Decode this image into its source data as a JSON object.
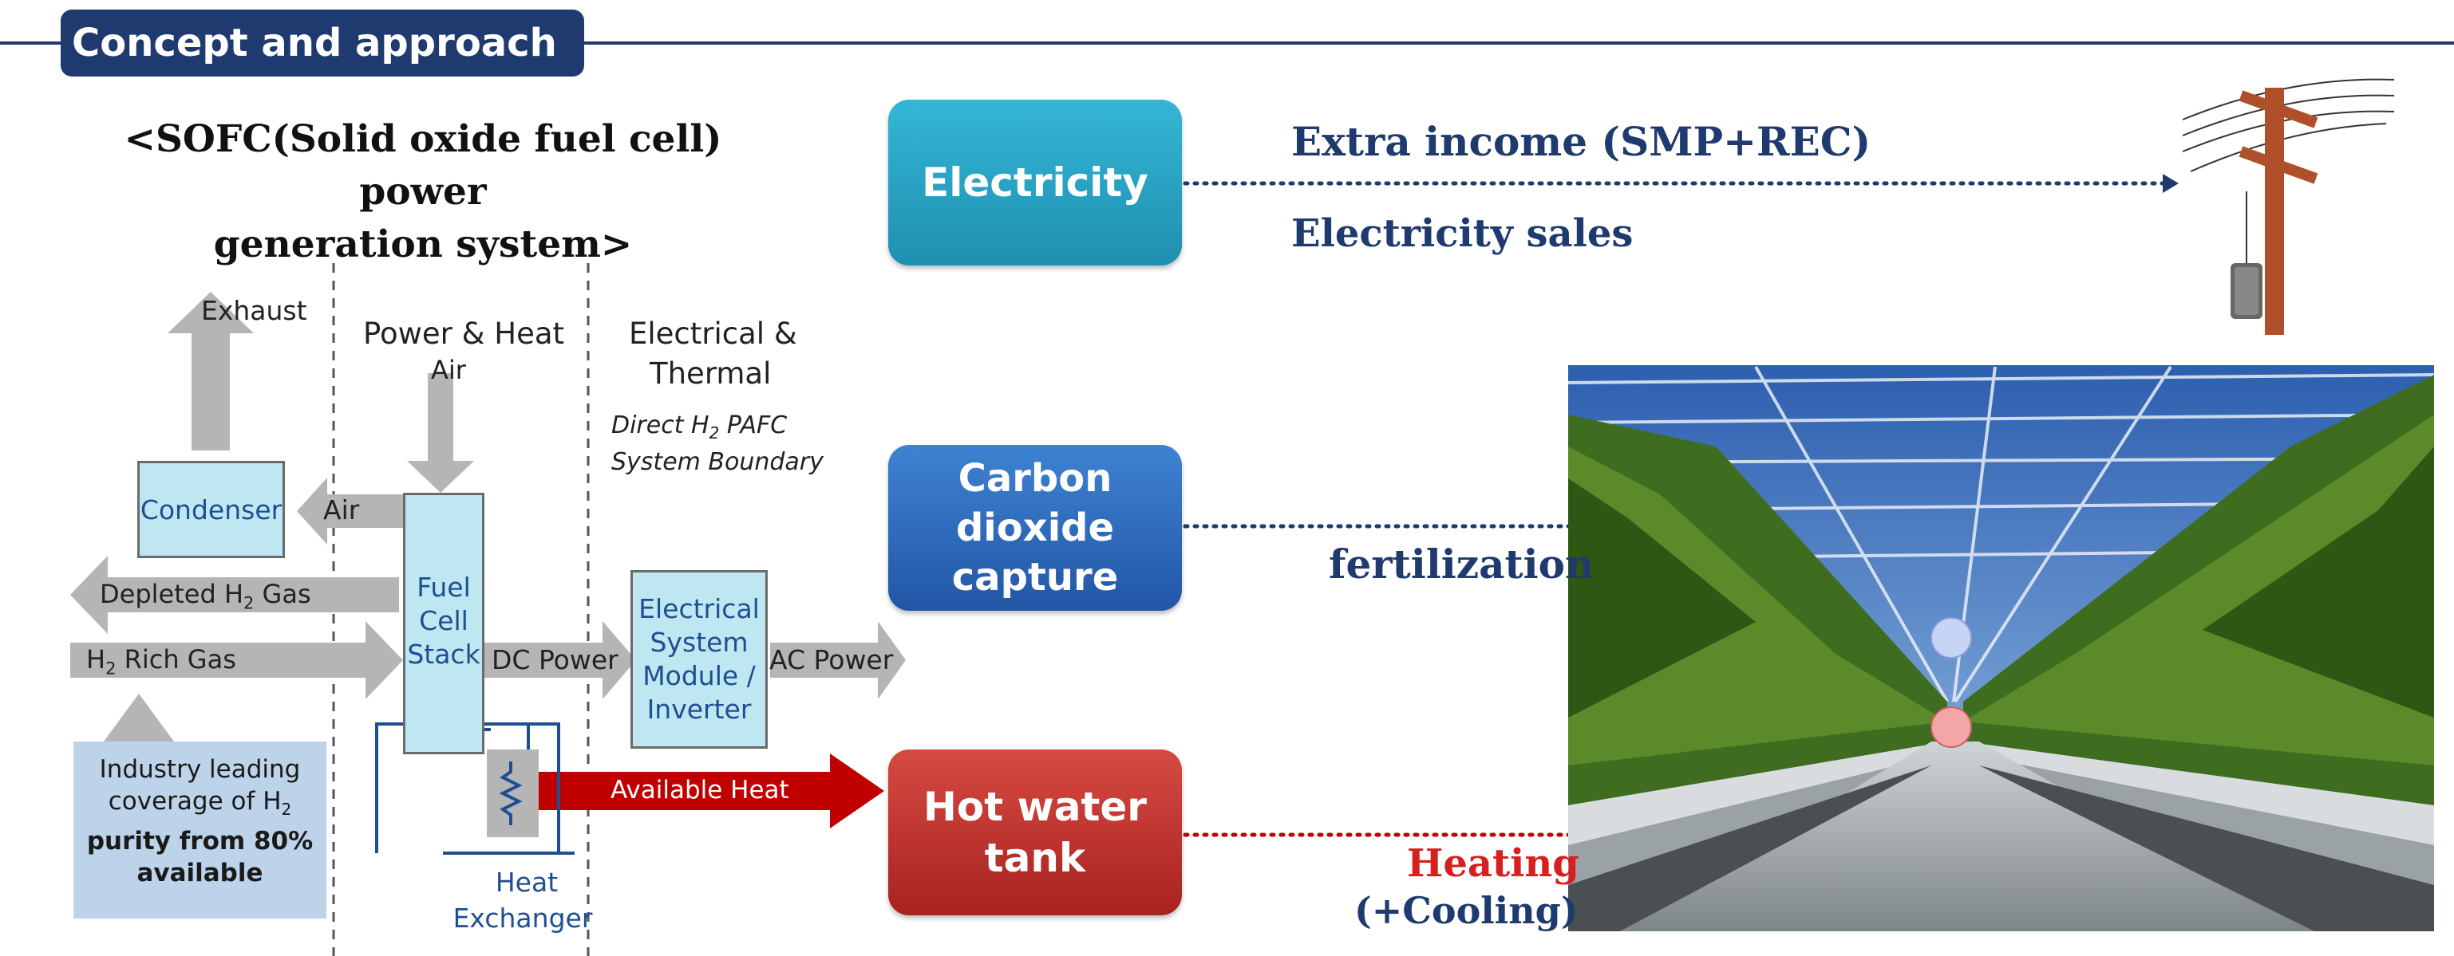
{
  "header": {
    "title": "Concept and approach"
  },
  "left": {
    "title_line1": "<SOFC(Solid oxide fuel cell) power",
    "title_line2": "generation system>",
    "exhaust": "Exhaust",
    "power_heat": "Power & Heat",
    "air_top": "Air",
    "elec_thermal_1": "Electrical &",
    "elec_thermal_2": "Thermal",
    "direct_1_pre": "Direct H",
    "direct_1_sub": "2",
    "direct_1_post": " PAFC",
    "direct_2": "System Boundary",
    "condenser": "Condenser",
    "air_side": "Air",
    "depleted_pre": "Depleted H",
    "depleted_sub": "2",
    "depleted_post": " Gas",
    "rich_pre": "H",
    "rich_sub": "2",
    "rich_post": " Rich Gas",
    "fuel_cell_1": "Fuel",
    "fuel_cell_2": "Cell",
    "fuel_cell_3": "Stack",
    "dc_power": "DC Power",
    "esm_1": "Electrical",
    "esm_2": "System",
    "esm_3": "Module /",
    "esm_4": "Inverter",
    "ac_power": "AC Power",
    "available_heat": "Available Heat",
    "heat_exchanger_1": "Heat",
    "heat_exchanger_2": "Exchanger",
    "industry_1": "Industry leading",
    "industry_2_pre": "coverage of H",
    "industry_2_sub": "2",
    "industry_3": "purity from 80%",
    "industry_4": "available"
  },
  "right": {
    "electricity": "Electricity",
    "carbon_1": "Carbon",
    "carbon_2": "dioxide",
    "carbon_3": "capture",
    "hot_water_1": "Hot water",
    "hot_water_2": "tank",
    "extra_income": "Extra income (SMP+REC)",
    "electricity_sales": "Electricity sales",
    "fertilization": "fertilization",
    "heating": "Heating",
    "cooling": "(+Cooling)"
  },
  "colors": {
    "navy": "#1f3a6e",
    "electricity_box": "#2aa3c4",
    "carbon_box": "#2e6fbf",
    "hot_water_box": "#c8302c",
    "heating_text": "#d71f1f",
    "component_fill": "#bfe7f2",
    "arrow_gray": "#b5b5b5"
  }
}
